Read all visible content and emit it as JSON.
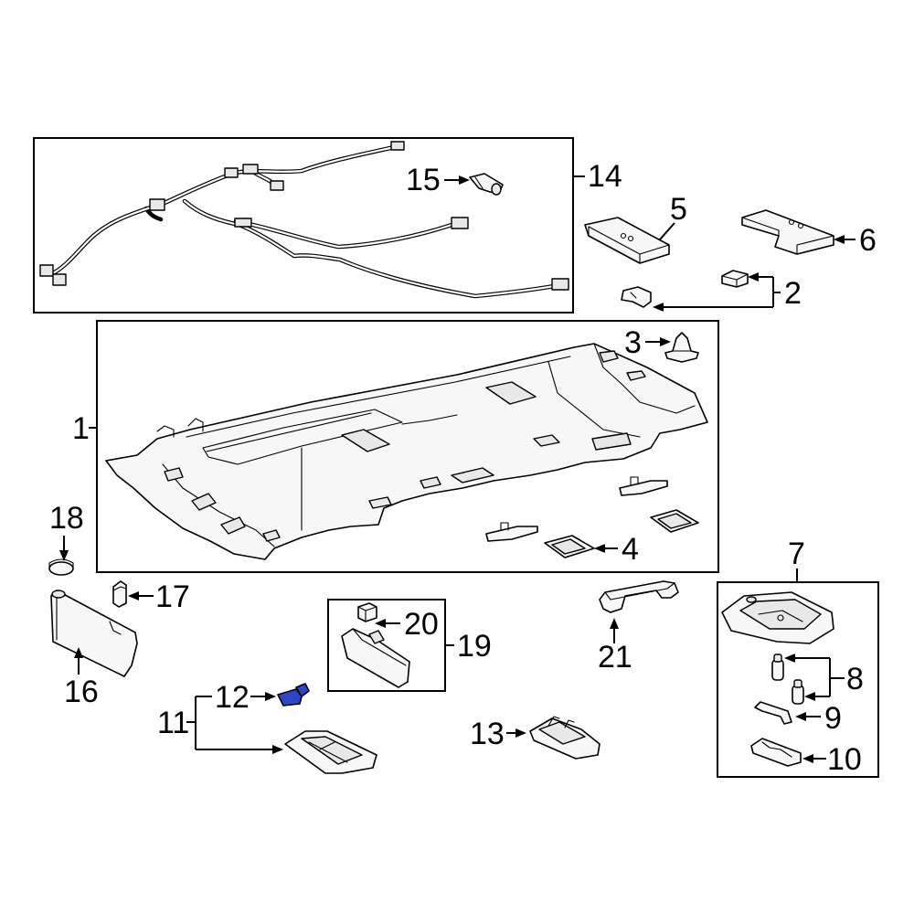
{
  "callouts": {
    "c1": "1",
    "c2": "2",
    "c3": "3",
    "c4": "4",
    "c5": "5",
    "c6": "6",
    "c7": "7",
    "c8": "8",
    "c9": "9",
    "c10": "10",
    "c11": "11",
    "c12": "12",
    "c13": "13",
    "c14": "14",
    "c15": "15",
    "c16": "16",
    "c17": "17",
    "c18": "18",
    "c19": "19",
    "c20": "20",
    "c21": "21"
  },
  "highlight": {
    "part": "12",
    "color": "#2b47c8"
  }
}
